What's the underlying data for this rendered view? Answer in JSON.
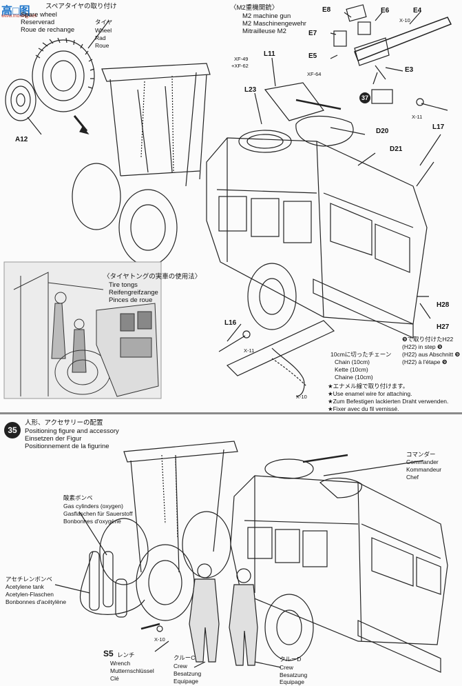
{
  "logo": {
    "glyphs": "高□图",
    "url": "www.moxing.net"
  },
  "step34": {
    "tire_heading_jp": "スペアタイヤの取り付け",
    "tire_heading_lines": [
      "Spare wheel",
      "Reserverad",
      "Roue de rechange"
    ],
    "tire_label": [
      "タイヤ",
      "Wheel",
      "Rad",
      "Roue"
    ],
    "mg_heading": [
      "〈M2重機関銃〉",
      "M2 machine gun",
      "M2 Maschinengewehr",
      "Mitrailleuse M2"
    ],
    "tongs_heading": [
      "〈タイヤトングの実車の使用法〉",
      "Tire tongs",
      "Reifengreifzange",
      "Pinces de roue"
    ],
    "chain_note": [
      "10cmに切ったチェーン",
      "Chain (10cm)",
      "Kette (10cm)",
      "Chaine (10cm)"
    ],
    "h22_note": [
      "❾で取り付けたH22",
      "(H22) in step ❾",
      "(H22) aus Abschnitt ❾",
      "(H22) à l'étape ❾"
    ],
    "wire_note": [
      "★エナメル線で取り付けます。",
      "★Use enamel wire for attaching.",
      "★Zum Befestigen lackierten Draht verwenden.",
      "★Fixer avec du fil vernissé."
    ],
    "parts": {
      "e8": "E8",
      "e6": "E6",
      "e4": "E4",
      "e7": "E7",
      "e5": "E5",
      "e3": "E3",
      "l11": "L11",
      "l23": "L23",
      "l17": "L17",
      "l16": "L16",
      "d20": "D20",
      "d21": "D21",
      "a12": "A12",
      "h28": "H28",
      "h27": "H27",
      "xf491": "XF-49",
      "xf621": "+XF-62",
      "xf64": "XF-64",
      "x10a": "X-10",
      "x11a": "X-11",
      "x11b": "X-11",
      "x10b": "X-10",
      "step_ref": "37"
    }
  },
  "step35": {
    "number": "35",
    "heading": [
      "人形、アクセサリーの配置",
      "Positioning figure and accessory",
      "Einsetzen der Figur",
      "Positionnement de la figurine"
    ],
    "commander": [
      "コマンダー",
      "Commander",
      "Kommandeur",
      "Chef"
    ],
    "oxygen": [
      "酸素ボンベ",
      "Gas cylinders (oxygen)",
      "Gasflaschen für Sauerstoff",
      "Bonbonnes d'oxygène"
    ],
    "acetylene": [
      "アセチレンボンベ",
      "Acetylene tank",
      "Acetylen-Flaschen",
      "Bonbonnes d'acétylène"
    ],
    "wrench_part": "S5",
    "wrench": [
      "レンチ",
      "Wrench",
      "Mutternschlüssel",
      "Clé"
    ],
    "x10": "X-10",
    "crew_c": [
      "クルーC",
      "Crew",
      "Besatzung",
      "Equipage"
    ],
    "crew_d": [
      "クルーD",
      "Crew",
      "Besatzung",
      "Equipage"
    ]
  }
}
